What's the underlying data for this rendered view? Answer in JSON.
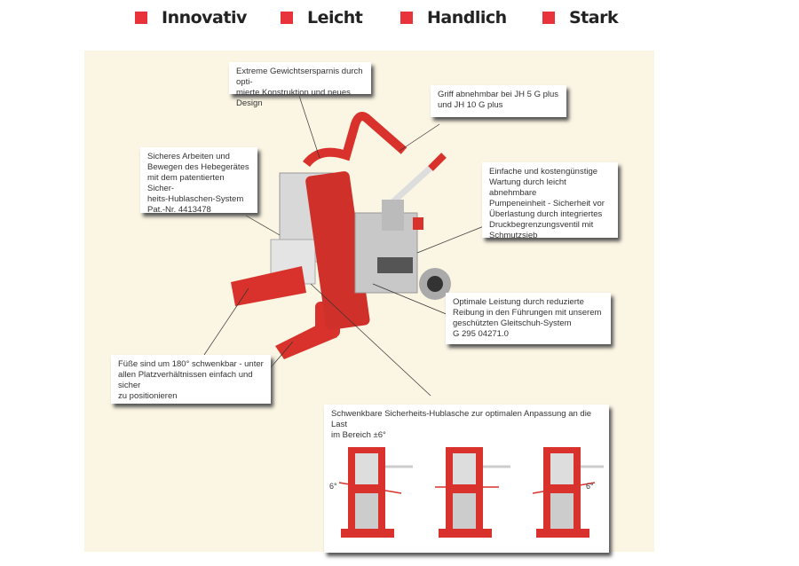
{
  "header": {
    "items": [
      "Innovativ",
      "Leicht",
      "Handlich",
      "Stark"
    ],
    "accent": "#e8333a"
  },
  "callouts": {
    "weight": "Extreme Gewichtsersparnis durch opti-\nmierte Konstruktion und neues Design",
    "handle": "Griff abnehmbar bei JH 5 G plus\nund JH 10 G plus",
    "safety": "Sicheres Arbeiten und\nBewegen des Hebegerätes\nmit dem patentierten Sicher-\nheits-Hublaschen-System\nPat.-Nr. 4413478",
    "pump": "Einfache und kostengünstige\nWartung durch leicht abnehmbare\nPumpeneinheit - Sicherheit vor\nÜberlastung durch integriertes\nDruckbegrenzungsventil mit\nSchmutzsieb",
    "performance": "Optimale Leistung durch reduzierte\nReibung in den Führungen mit unserem\ngeschützten Gleitschuh-System\nG 295 04271.0",
    "feet": "Füße sind um 180° schwenkbar - unter\nallen Platzverhältnissen einfach und sicher\nzu positionieren",
    "swivel": "Schwenkbare Sicherheits-Hublasche zur optimalen Anpassung an die Last\nim Bereich ±6°"
  },
  "diagram": {
    "angle_left": "6°",
    "angle_right": "6°"
  }
}
